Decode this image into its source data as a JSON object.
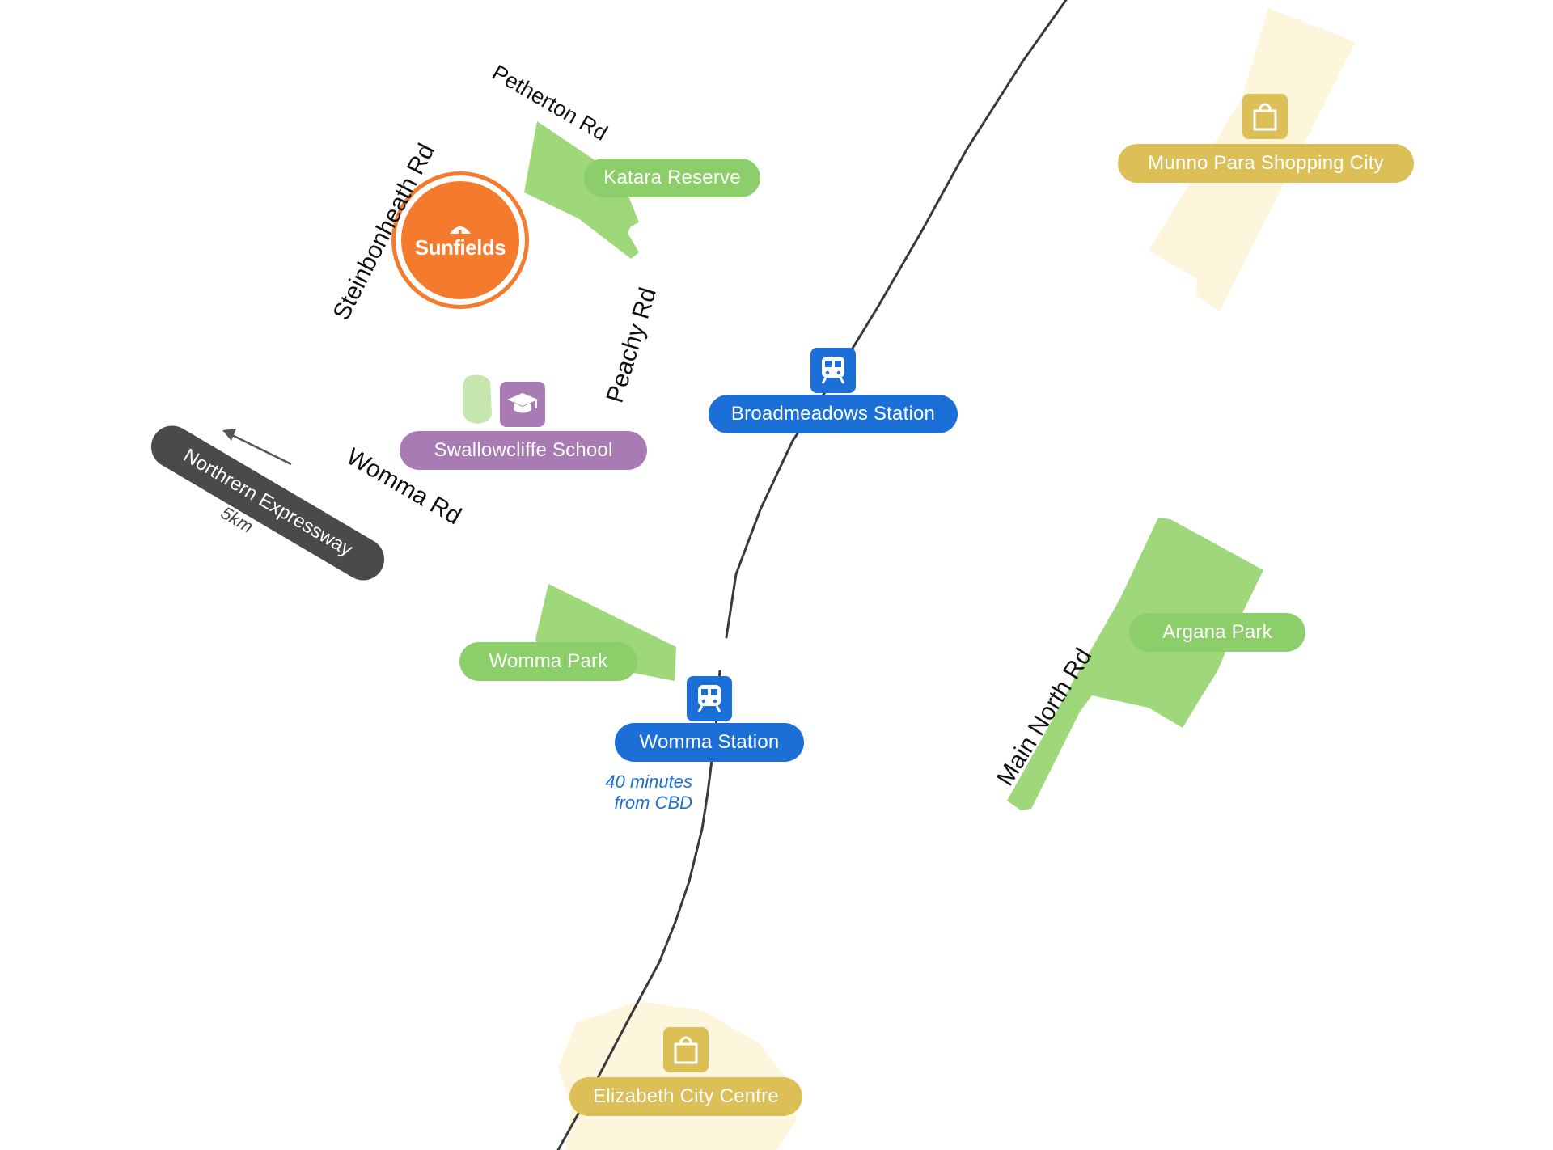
{
  "colors": {
    "park": "#9fd87a",
    "station": "#1b6fd6",
    "school": "#a87bb4",
    "shopping": "#ddbf57",
    "brand": "#f47a2d",
    "expressway": "#4a4a4a"
  },
  "brand": {
    "name": "Sunfields"
  },
  "places": {
    "katara_reserve": "Katara Reserve",
    "swallowcliffe_school": "Swallowcliffe School",
    "womma_park": "Womma Park",
    "argana_park": "Argana Park",
    "broadmeadows_station": "Broadmeadows Station",
    "womma_station": "Womma Station",
    "munno_para": "Munno Para Shopping City",
    "elizabeth_city": "Elizabeth City Centre"
  },
  "roads": {
    "petherton": "Petherton Rd",
    "steinbonheath": "Steinbonheath Rd",
    "peachy": "Peachy Rd",
    "womma": "Womma Rd",
    "main_north": "Main North Rd"
  },
  "expressway": {
    "name": "Northrern Expressway",
    "distance": "5km"
  },
  "notes": {
    "commute_line1": "40 minutes",
    "commute_line2": "from CBD"
  },
  "icons": {
    "station": "train-icon",
    "school": "graduation-cap-icon",
    "shopping": "shopping-bag-icon",
    "direction": "arrow-icon"
  }
}
